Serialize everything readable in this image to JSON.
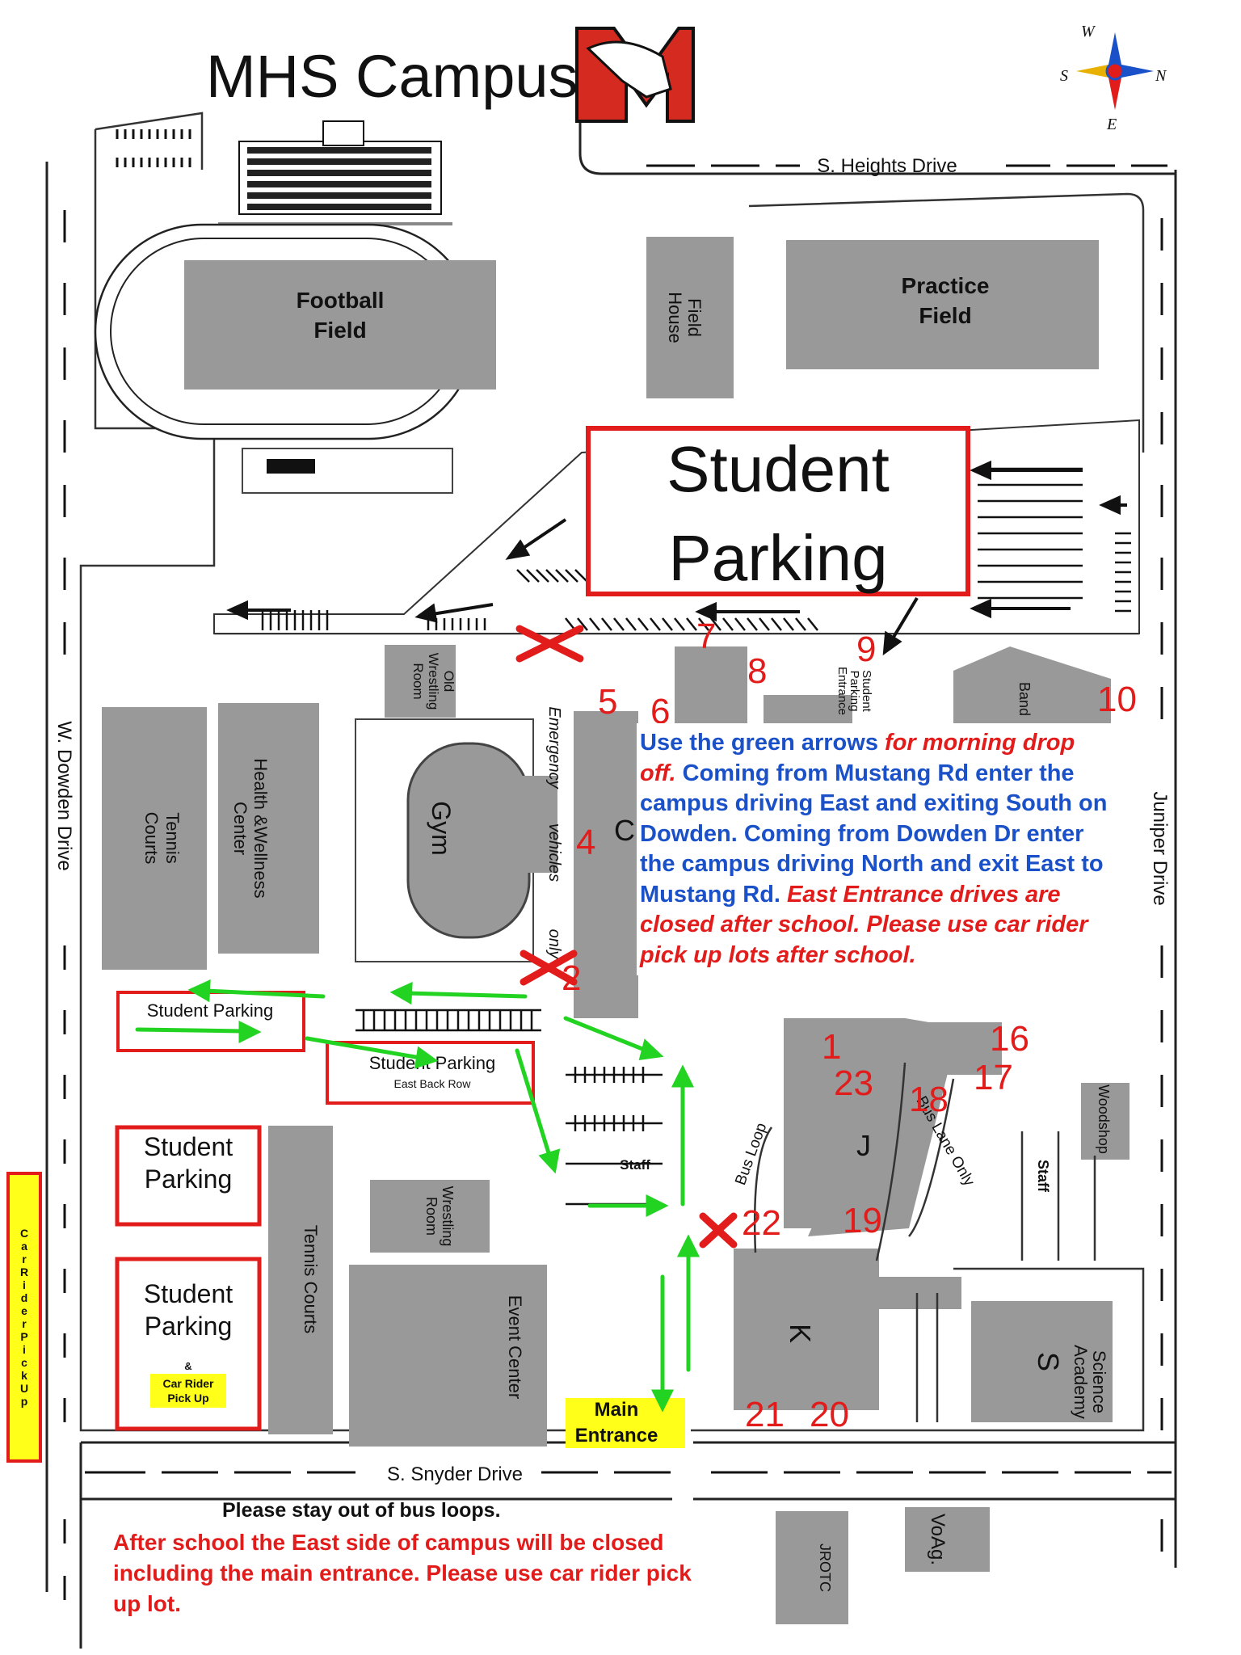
{
  "title": "MHS Campus",
  "compass": {
    "n": "N",
    "s": "S",
    "e": "E",
    "w": "W"
  },
  "streets": {
    "north": "S. Heights Drive",
    "south": "S. Snyder Drive",
    "west": "W. Dowden Drive",
    "east": "Juniper Drive"
  },
  "buildings": {
    "football_field_1": "Football",
    "football_field_2": "Field",
    "practice_field_1": "Practice",
    "practice_field_2": "Field",
    "field_house_1": "Field",
    "field_house_2": "House",
    "old_wrestling_1": "Old",
    "old_wrestling_2": "Wrestling",
    "old_wrestling_3": "Room",
    "gym": "Gym",
    "health_wellness_1": "Health &Wellness",
    "health_wellness_2": "Center",
    "tennis_courts_west_1": "Tennis",
    "tennis_courts_west_2": "Courts",
    "tennis_courts_south": "Tennis Courts",
    "wrestling_room_1": "Wrestling",
    "wrestling_room_2": "Room",
    "event_center": "Event Center",
    "k_building": "K",
    "j_building": "J",
    "c_building": "C",
    "science_academy_1": "Science",
    "science_academy_2": "Academy",
    "s_building": "S",
    "woodshop": "Woodshop",
    "jrotc": "JROTC",
    "voag": "VoAg.",
    "band": "Band",
    "staff_east": "Staff",
    "staff_center": "Staff",
    "emergency_lane_1": "Emergency",
    "emergency_lane_2": "vehicles",
    "emergency_lane_3": "only",
    "student_parking_entrance_1": "Student",
    "student_parking_entrance_2": "Parking",
    "student_parking_entrance_3": "Entrance",
    "bus_loop": "Bus Loop",
    "bus_lane_only": "Bus Lane Only",
    "east_back_row": "East Back Row"
  },
  "parking": {
    "student_parking_big_1": "Student",
    "student_parking_big_2": "Parking",
    "student_parking_west_1": "Student Parking",
    "student_parking_west_2": "Student Parking",
    "student_parking_a_1": "Student",
    "student_parking_a_2": "Parking",
    "student_parking_b_1": "Student",
    "student_parking_b_2": "Parking",
    "amp": "&",
    "car_rider_1": "Car Rider",
    "car_rider_2": "Pick Up",
    "main_entrance_1": "Main",
    "main_entrance_2": "Entrance",
    "car_rider_vertical": [
      "C",
      "a",
      "r",
      "R",
      "i",
      "d",
      "e",
      "r",
      "P",
      "i",
      "c",
      "k",
      "U",
      "p"
    ]
  },
  "door_numbers": [
    "1",
    "2",
    "4",
    "5",
    "6",
    "7",
    "8",
    "9",
    "10",
    "16",
    "17",
    "18",
    "19",
    "20",
    "21",
    "22",
    "23"
  ],
  "note": {
    "part1": "Use the green arrows ",
    "part2": "for morning drop off.",
    "part3": "  Coming from Mustang Rd enter the campus driving East and exiting South on Dowden.  Coming from Dowden Dr enter the campus driving North and exit East to Mustang Rd.  ",
    "part4": "East Entrance drives are closed after school. Please use car rider pick up lots after school."
  },
  "bottom": {
    "line1": "Please stay out of bus loops.",
    "line2": "After school the East side of campus will be closed including the main entrance. Please use car rider pick up lot."
  },
  "colors": {
    "accent_red": "#e21b1b",
    "arrow_green": "#22d322",
    "note_blue": "#1a50c8",
    "building_gray": "#999999",
    "highlight_yellow": "#ffff1a"
  }
}
